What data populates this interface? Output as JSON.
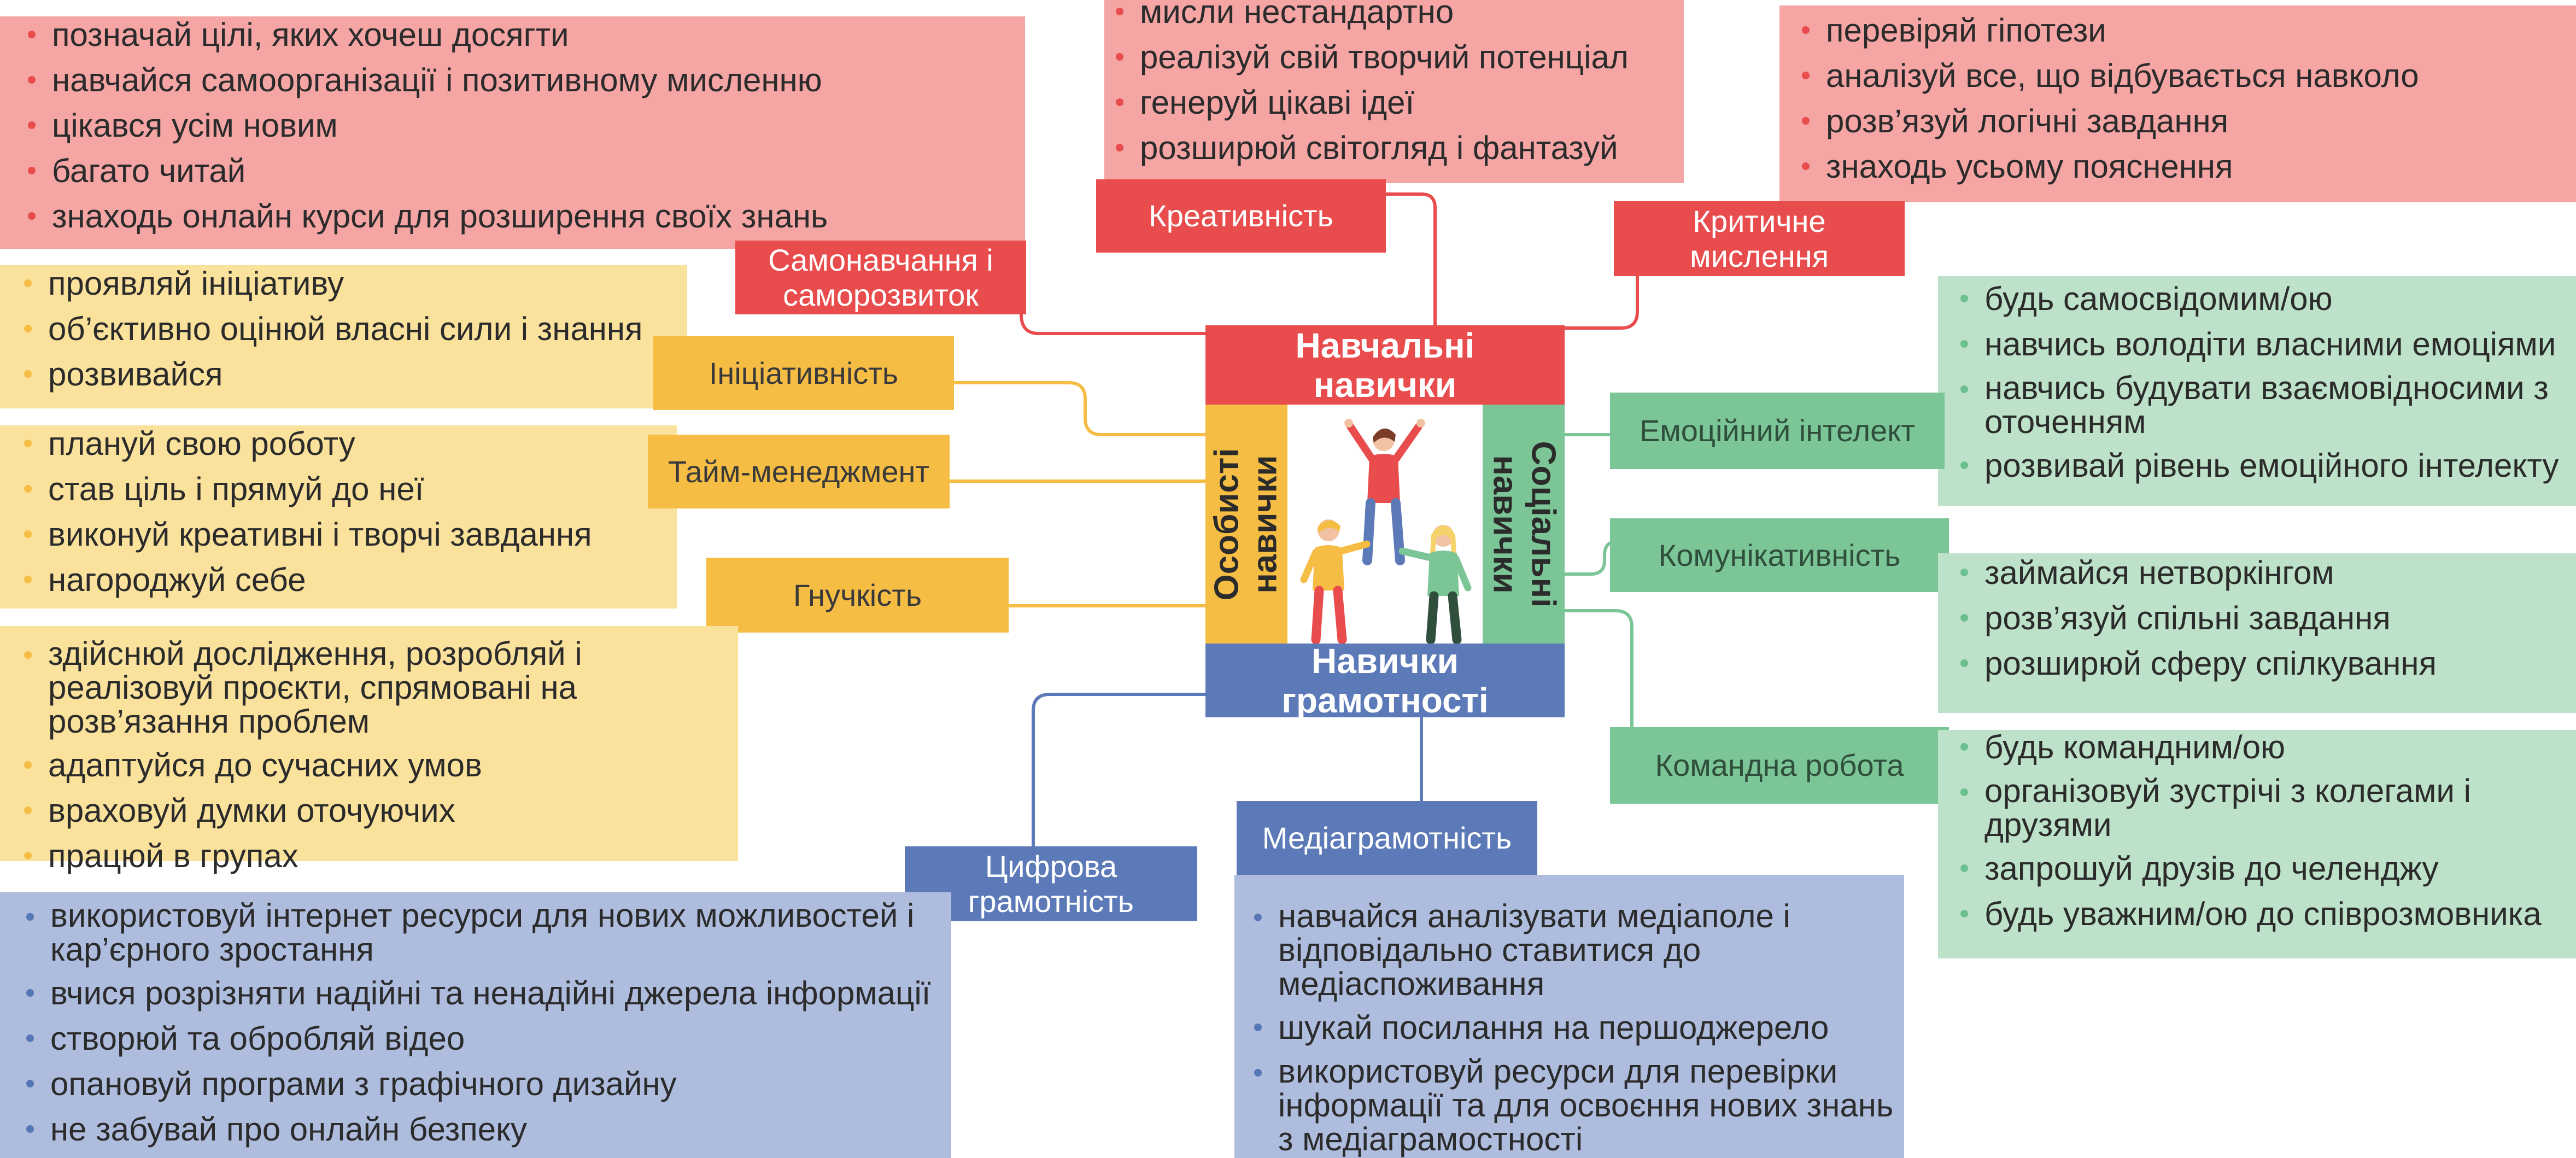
{
  "colors": {
    "red": "#e94c4c",
    "red_light": "#f4a5a4",
    "yellow": "#f6bd45",
    "yellow_light": "#fbe29c",
    "green": "#7bc597",
    "green_light": "#bde2c9",
    "blue": "#5c7ab8",
    "blue_light": "#aebcdd"
  },
  "hub": {
    "top": "Навчальні навички",
    "bottom": "Навички грамотності",
    "left": "Особисті навички",
    "right": "Соціальні навички"
  },
  "categories": [
    {
      "label": "Креативність",
      "items": [
        "мисли нестандартно",
        "реалізуй свій творчий потенціал",
        "генеруй цікаві ідеї",
        "розширюй світогляд і фантазуй"
      ]
    },
    {
      "label": "Критичне мислення",
      "items": [
        "перевіряй гіпотези",
        "аналізуй все, що відбувається навколо",
        "розв’язуй логічні завдання",
        "знаходь усьому пояснення"
      ]
    },
    {
      "label": "Самонавчання і саморозвиток",
      "items": [
        "позначай цілі, яких хочеш досягти",
        "навчайся самоорганізації і позитивному мисленню",
        "цікався усім новим",
        "багато читай",
        "знаходь онлайн курси для розширення своїх знань"
      ]
    },
    {
      "label": "Ініціативність",
      "items": [
        "проявляй ініціативу",
        "об’єктивно оцінюй власні сили і знання",
        "розвивайся"
      ]
    },
    {
      "label": "Тайм-менеджмент",
      "items": [
        "плануй свою роботу",
        "став ціль і прямуй до неї",
        "виконуй креативні і творчі завдання",
        "нагороджуй себе"
      ]
    },
    {
      "label": "Гнучкість",
      "items": [
        "здійснюй дослідження, розробляй і реалізовуй проєкти, спрямовані на розв’язання проблем",
        "адаптуйся до сучасних умов",
        "враховуй думки оточуючих",
        "працюй в групах"
      ]
    },
    {
      "label": "Цифрова грамотність",
      "items": [
        "використовуй інтернет ресурси для нових можливостей і кар’єрного зростання",
        "вчися розрізняти надійні та ненадійні джерела інформації",
        "створюй та обробляй відео",
        "опановуй програми з графічного дизайну",
        "не забувай про онлайн безпеку"
      ]
    },
    {
      "label": "Медіаграмотність",
      "items": [
        "навчайся аналізувати медіаполе і відповідально ставитися до медіаспоживання",
        "шукай посилання на першоджерело",
        "використовуй ресурси для перевірки інформації та для освоєння нових знань з медіаграмостності"
      ]
    },
    {
      "label": "Емоційний інтелект",
      "items": [
        "будь самосвідомим/ою",
        "навчись володіти власними емоціями",
        "навчись будувати взаємовідносими з оточенням",
        "розвивай рівень емоційного інтелекту"
      ]
    },
    {
      "label": "Комунікативність",
      "items": [
        "займайся нетворкінгом",
        "розв’язуй спільні завдання",
        "розширюй сферу спілкування"
      ]
    },
    {
      "label": "Командна робота",
      "items": [
        "будь командним/ою",
        "організовуй зустрічі з колегами і друзями",
        "запрошуй друзів до челенджу",
        "будь уважним/ою до співрозмовника"
      ]
    }
  ]
}
